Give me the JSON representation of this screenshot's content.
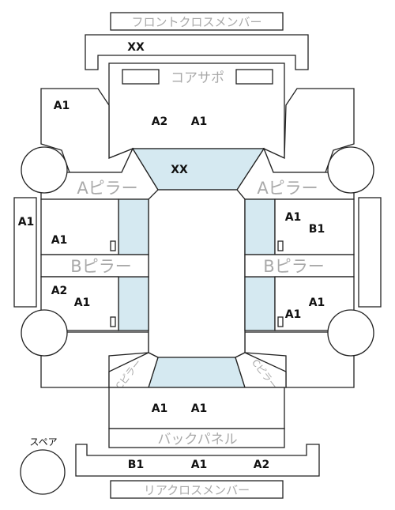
{
  "parts": {
    "front_cross_member": "フロントクロスメンバー",
    "core_support": "コアサポ",
    "a_pillar_left": "Aピラー",
    "a_pillar_right": "Aピラー",
    "b_pillar_left": "Bピラー",
    "b_pillar_right": "Bピラー",
    "back_panel": "バックパネル",
    "rear_cross_member": "リアクロスメンバー",
    "spare": "スペア",
    "c_pillar_left": "Cピラー",
    "c_pillar_right": "Cピラー"
  },
  "grades": {
    "front_member": "XX",
    "front_left": "A1",
    "front_center_a": "A2",
    "front_center_b": "A1",
    "roof_front": "XX",
    "left_outer": "A1",
    "left_front_door": "A1",
    "left_rear_door_a": "A2",
    "left_rear_door_b": "A1",
    "right_front_door_a": "A1",
    "right_front_door_b": "B1",
    "right_rear_door_a": "A1",
    "right_rear_door_b": "A1",
    "trunk_a": "A1",
    "trunk_b": "A1",
    "rear_member_a": "B1",
    "rear_member_b": "A1",
    "rear_member_c": "A2"
  }
}
